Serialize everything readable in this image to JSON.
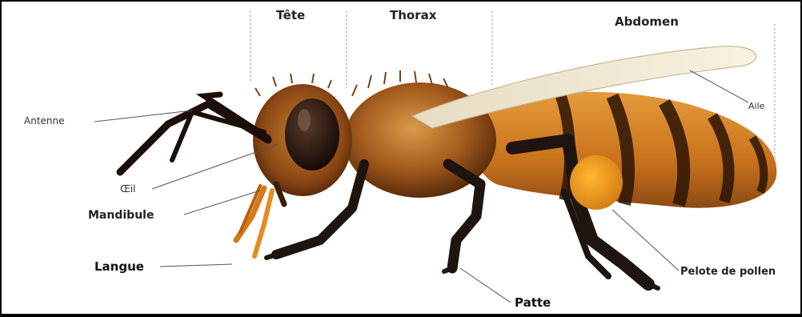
{
  "sections": {
    "head": "Tête",
    "thorax": "Thorax",
    "abdomen": "Abdomen"
  },
  "labels": {
    "antenna": "Antenne",
    "eye": "Œil",
    "mandible": "Mandibule",
    "tongue": "Langue",
    "wing": "Aile",
    "pollen": "Pelote de pollen",
    "leg": "Patte"
  },
  "colors": {
    "body_orange": "#c9781e",
    "body_dark": "#3a1c08",
    "stripe": "#2a1406",
    "pollen": "#f0a018",
    "wing": "#efe6cc",
    "leg": "#1e1410"
  }
}
